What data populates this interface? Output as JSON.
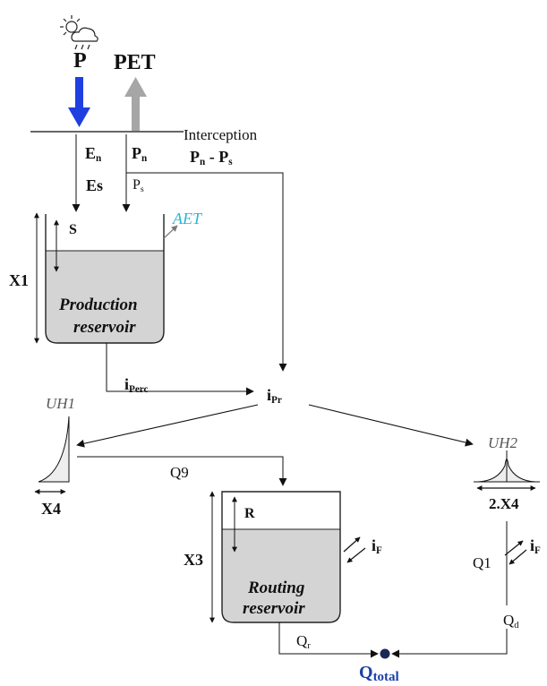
{
  "precip": {
    "label": "P",
    "weather_icon": "sun-cloud-rain-icon",
    "arrow_color": "#1f3fe0"
  },
  "pet": {
    "label": "PET",
    "arrow_color": "#a6a6a6"
  },
  "interception": {
    "label": "Interception"
  },
  "fluxes": {
    "en": {
      "main": "E",
      "sub": "n"
    },
    "es": {
      "label": "Es"
    },
    "pn": {
      "main": "P",
      "sub": "n"
    },
    "ps": {
      "main": "P",
      "sub": "s"
    },
    "pn_minus_ps": {
      "main": "P",
      "sub1": "n",
      "mid": " - P",
      "sub2": "s"
    }
  },
  "production": {
    "level": "S",
    "aet": "AET",
    "aet_color": "#29b6d4",
    "line1": "Production",
    "line2": "reservoir",
    "capacity": "X1",
    "fill_color": "#d4d4d4"
  },
  "iperc": {
    "main": "i",
    "sub": "Perc"
  },
  "ipr": {
    "main": "i",
    "sub": "Pr"
  },
  "uh1": {
    "label": "UH1",
    "base": "X4"
  },
  "uh2": {
    "label": "UH2",
    "base": "2.X4"
  },
  "q9": {
    "label": "Q9"
  },
  "q1": {
    "label": "Q1"
  },
  "routing": {
    "level": "R",
    "line1": "Routing",
    "line2": "reservoir",
    "capacity": "X3",
    "fill_color": "#d4d4d4"
  },
  "if_left": {
    "main": "i",
    "sub": "F"
  },
  "if_right": {
    "main": "i",
    "sub": "F"
  },
  "qr": {
    "main": "Q",
    "sub": "r"
  },
  "qd": {
    "main": "Q",
    "sub": "d"
  },
  "qtotal": {
    "main": "Q",
    "sub": "total",
    "color": "#1c3fa8"
  }
}
